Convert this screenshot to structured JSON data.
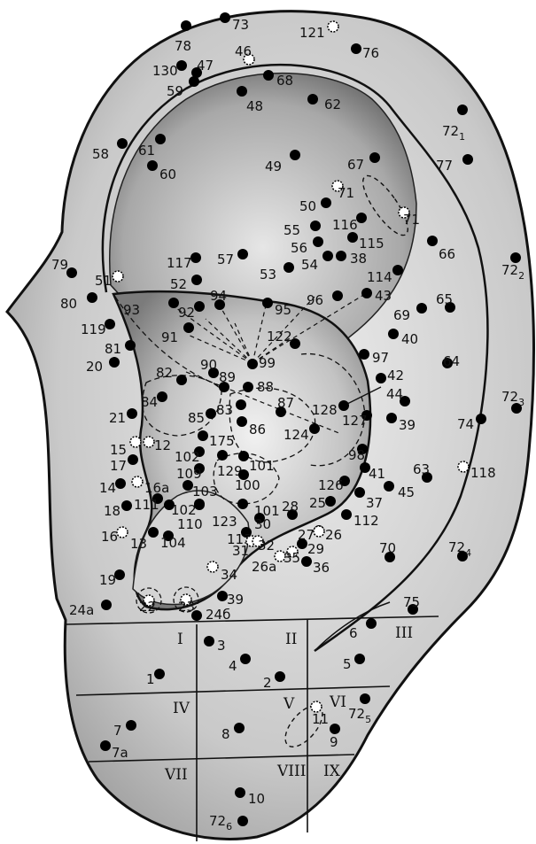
{
  "points": [
    {
      "label": "73",
      "sub": "",
      "filled": true
    },
    {
      "label": "78",
      "sub": "",
      "filled": true
    },
    {
      "label": "121",
      "sub": "",
      "filled": false
    },
    {
      "label": "76",
      "sub": "",
      "filled": true
    },
    {
      "label": "46",
      "sub": "",
      "filled": false
    },
    {
      "label": "130",
      "sub": "",
      "filled": true
    },
    {
      "label": "47",
      "sub": "",
      "filled": true
    },
    {
      "label": "68",
      "sub": "",
      "filled": true
    },
    {
      "label": "59",
      "sub": "",
      "filled": true
    },
    {
      "label": "48",
      "sub": "",
      "filled": true
    },
    {
      "label": "62",
      "sub": "",
      "filled": true
    },
    {
      "label": "72",
      "sub": "1",
      "filled": true
    },
    {
      "label": "58",
      "sub": "",
      "filled": true
    },
    {
      "label": "61",
      "sub": "",
      "filled": true
    },
    {
      "label": "60",
      "sub": "",
      "filled": true
    },
    {
      "label": "49",
      "sub": "",
      "filled": true
    },
    {
      "label": "67",
      "sub": "",
      "filled": true
    },
    {
      "label": "77",
      "sub": "",
      "filled": true
    },
    {
      "label": "71",
      "sub": "",
      "filled": false
    },
    {
      "label": "71",
      "sub": "",
      "filled": false
    },
    {
      "label": "50",
      "sub": "",
      "filled": true
    },
    {
      "label": "116",
      "sub": "",
      "filled": true
    },
    {
      "label": "55",
      "sub": "",
      "filled": true
    },
    {
      "label": "115",
      "sub": "",
      "filled": true
    },
    {
      "label": "56",
      "sub": "",
      "filled": true
    },
    {
      "label": "66",
      "sub": "",
      "filled": true
    },
    {
      "label": "54",
      "sub": "",
      "filled": true
    },
    {
      "label": "38",
      "sub": "",
      "filled": true
    },
    {
      "label": "79",
      "sub": "",
      "filled": true
    },
    {
      "label": "117",
      "sub": "",
      "filled": true
    },
    {
      "label": "57",
      "sub": "",
      "filled": true
    },
    {
      "label": "72",
      "sub": "2",
      "filled": true
    },
    {
      "label": "53",
      "sub": "",
      "filled": true
    },
    {
      "label": "114",
      "sub": "",
      "filled": true
    },
    {
      "label": "51",
      "sub": "",
      "filled": false
    },
    {
      "label": "52",
      "sub": "",
      "filled": true
    },
    {
      "label": "80",
      "sub": "",
      "filled": true
    },
    {
      "label": "94",
      "sub": "",
      "filled": true
    },
    {
      "label": "96",
      "sub": "",
      "filled": true
    },
    {
      "label": "43",
      "sub": "",
      "filled": true
    },
    {
      "label": "65",
      "sub": "",
      "filled": true
    },
    {
      "label": "93",
      "sub": "",
      "filled": true
    },
    {
      "label": "92",
      "sub": "",
      "filled": true
    },
    {
      "label": "95",
      "sub": "",
      "filled": true
    },
    {
      "label": "69",
      "sub": "",
      "filled": true
    },
    {
      "label": "119",
      "sub": "",
      "filled": true
    },
    {
      "label": "91",
      "sub": "",
      "filled": true
    },
    {
      "label": "122",
      "sub": "",
      "filled": true
    },
    {
      "label": "40",
      "sub": "",
      "filled": true
    },
    {
      "label": "81",
      "sub": "",
      "filled": true
    },
    {
      "label": "20",
      "sub": "",
      "filled": true
    },
    {
      "label": "90",
      "sub": "",
      "filled": true
    },
    {
      "label": "99",
      "sub": "",
      "filled": true
    },
    {
      "label": "97",
      "sub": "",
      "filled": true
    },
    {
      "label": "64",
      "sub": "",
      "filled": true
    },
    {
      "label": "82",
      "sub": "",
      "filled": true
    },
    {
      "label": "89",
      "sub": "",
      "filled": true
    },
    {
      "label": "88",
      "sub": "",
      "filled": true
    },
    {
      "label": "42",
      "sub": "",
      "filled": true
    },
    {
      "label": "84",
      "sub": "",
      "filled": true
    },
    {
      "label": "44",
      "sub": "",
      "filled": true
    },
    {
      "label": "72",
      "sub": "3",
      "filled": true
    },
    {
      "label": "83",
      "sub": "",
      "filled": true
    },
    {
      "label": "87",
      "sub": "",
      "filled": true
    },
    {
      "label": "128",
      "sub": "",
      "filled": true
    },
    {
      "label": "21",
      "sub": "",
      "filled": true
    },
    {
      "label": "85",
      "sub": "",
      "filled": true
    },
    {
      "label": "86",
      "sub": "",
      "filled": true
    },
    {
      "label": "127",
      "sub": "",
      "filled": true
    },
    {
      "label": "39",
      "sub": "",
      "filled": true
    },
    {
      "label": "74",
      "sub": "",
      "filled": true
    },
    {
      "label": "124",
      "sub": "",
      "filled": true
    },
    {
      "label": "175",
      "sub": "",
      "filled": true
    },
    {
      "label": "15",
      "sub": "",
      "filled": false
    },
    {
      "label": "12",
      "sub": "",
      "filled": false
    },
    {
      "label": "98",
      "sub": "",
      "filled": true
    },
    {
      "label": "102",
      "sub": "",
      "filled": true
    },
    {
      "label": "17",
      "sub": "",
      "filled": true
    },
    {
      "label": "129",
      "sub": "",
      "filled": true
    },
    {
      "label": "101",
      "sub": "",
      "filled": true
    },
    {
      "label": "63",
      "sub": "",
      "filled": true
    },
    {
      "label": "118",
      "sub": "",
      "filled": false
    },
    {
      "label": "109",
      "sub": "",
      "filled": true
    },
    {
      "label": "41",
      "sub": "",
      "filled": true
    },
    {
      "label": "100",
      "sub": "",
      "filled": true
    },
    {
      "label": "14",
      "sub": "",
      "filled": true
    },
    {
      "label": "16a",
      "sub": "",
      "filled": false
    },
    {
      "label": "103",
      "sub": "",
      "filled": true
    },
    {
      "label": "126",
      "sub": "",
      "filled": true
    },
    {
      "label": "45",
      "sub": "",
      "filled": true
    },
    {
      "label": "18",
      "sub": "",
      "filled": true
    },
    {
      "label": "111",
      "sub": "",
      "filled": true
    },
    {
      "label": "102",
      "sub": "",
      "filled": true
    },
    {
      "label": "101",
      "sub": "",
      "filled": true
    },
    {
      "label": "28",
      "sub": "",
      "filled": true
    },
    {
      "label": "25",
      "sub": "",
      "filled": true
    },
    {
      "label": "37",
      "sub": "",
      "filled": true
    },
    {
      "label": "123",
      "sub": "",
      "filled": true
    },
    {
      "label": "110",
      "sub": "",
      "filled": true
    },
    {
      "label": "30",
      "sub": "",
      "filled": true
    },
    {
      "label": "112",
      "sub": "",
      "filled": true
    },
    {
      "label": "16",
      "sub": "",
      "filled": false
    },
    {
      "label": "13",
      "sub": "",
      "filled": true
    },
    {
      "label": "104",
      "sub": "",
      "filled": true
    },
    {
      "label": "113",
      "sub": "",
      "filled": true
    },
    {
      "label": "31",
      "sub": "",
      "filled": false
    },
    {
      "label": "32",
      "sub": "",
      "filled": false
    },
    {
      "label": "27",
      "sub": "",
      "filled": true
    },
    {
      "label": "26",
      "sub": "",
      "filled": false
    },
    {
      "label": "29",
      "sub": "",
      "filled": true
    },
    {
      "label": "70",
      "sub": "",
      "filled": true
    },
    {
      "label": "72",
      "sub": "4",
      "filled": true
    },
    {
      "label": "26a",
      "sub": "",
      "filled": false
    },
    {
      "label": "35",
      "sub": "",
      "filled": false
    },
    {
      "label": "36",
      "sub": "",
      "filled": true
    },
    {
      "label": "34",
      "sub": "",
      "filled": false
    },
    {
      "label": "19",
      "sub": "",
      "filled": true
    },
    {
      "label": "39",
      "sub": "",
      "filled": true
    },
    {
      "label": "22",
      "sub": "",
      "filled": false
    },
    {
      "label": "23",
      "sub": "",
      "filled": false
    },
    {
      "label": "24a",
      "sub": "",
      "filled": true
    },
    {
      "label": "24б",
      "sub": "",
      "filled": true
    },
    {
      "label": "75",
      "sub": "",
      "filled": true
    },
    {
      "label": "6",
      "sub": "",
      "filled": true
    },
    {
      "label": "3",
      "sub": "",
      "filled": true
    },
    {
      "label": "4",
      "sub": "",
      "filled": true
    },
    {
      "label": "5",
      "sub": "",
      "filled": true
    },
    {
      "label": "1",
      "sub": "",
      "filled": true
    },
    {
      "label": "2",
      "sub": "",
      "filled": true
    },
    {
      "label": "72",
      "sub": "5",
      "filled": true
    },
    {
      "label": "7",
      "sub": "",
      "filled": true
    },
    {
      "label": "8",
      "sub": "",
      "filled": true
    },
    {
      "label": "11",
      "sub": "",
      "filled": false
    },
    {
      "label": "9",
      "sub": "",
      "filled": true
    },
    {
      "label": "7a",
      "sub": "",
      "filled": true
    },
    {
      "label": "10",
      "sub": "",
      "filled": true
    },
    {
      "label": "72",
      "sub": "6",
      "filled": true
    }
  ],
  "lobe_zones": [
    "I",
    "II",
    "III",
    "IV",
    "V",
    "VI",
    "VII",
    "VIII",
    "IX"
  ]
}
